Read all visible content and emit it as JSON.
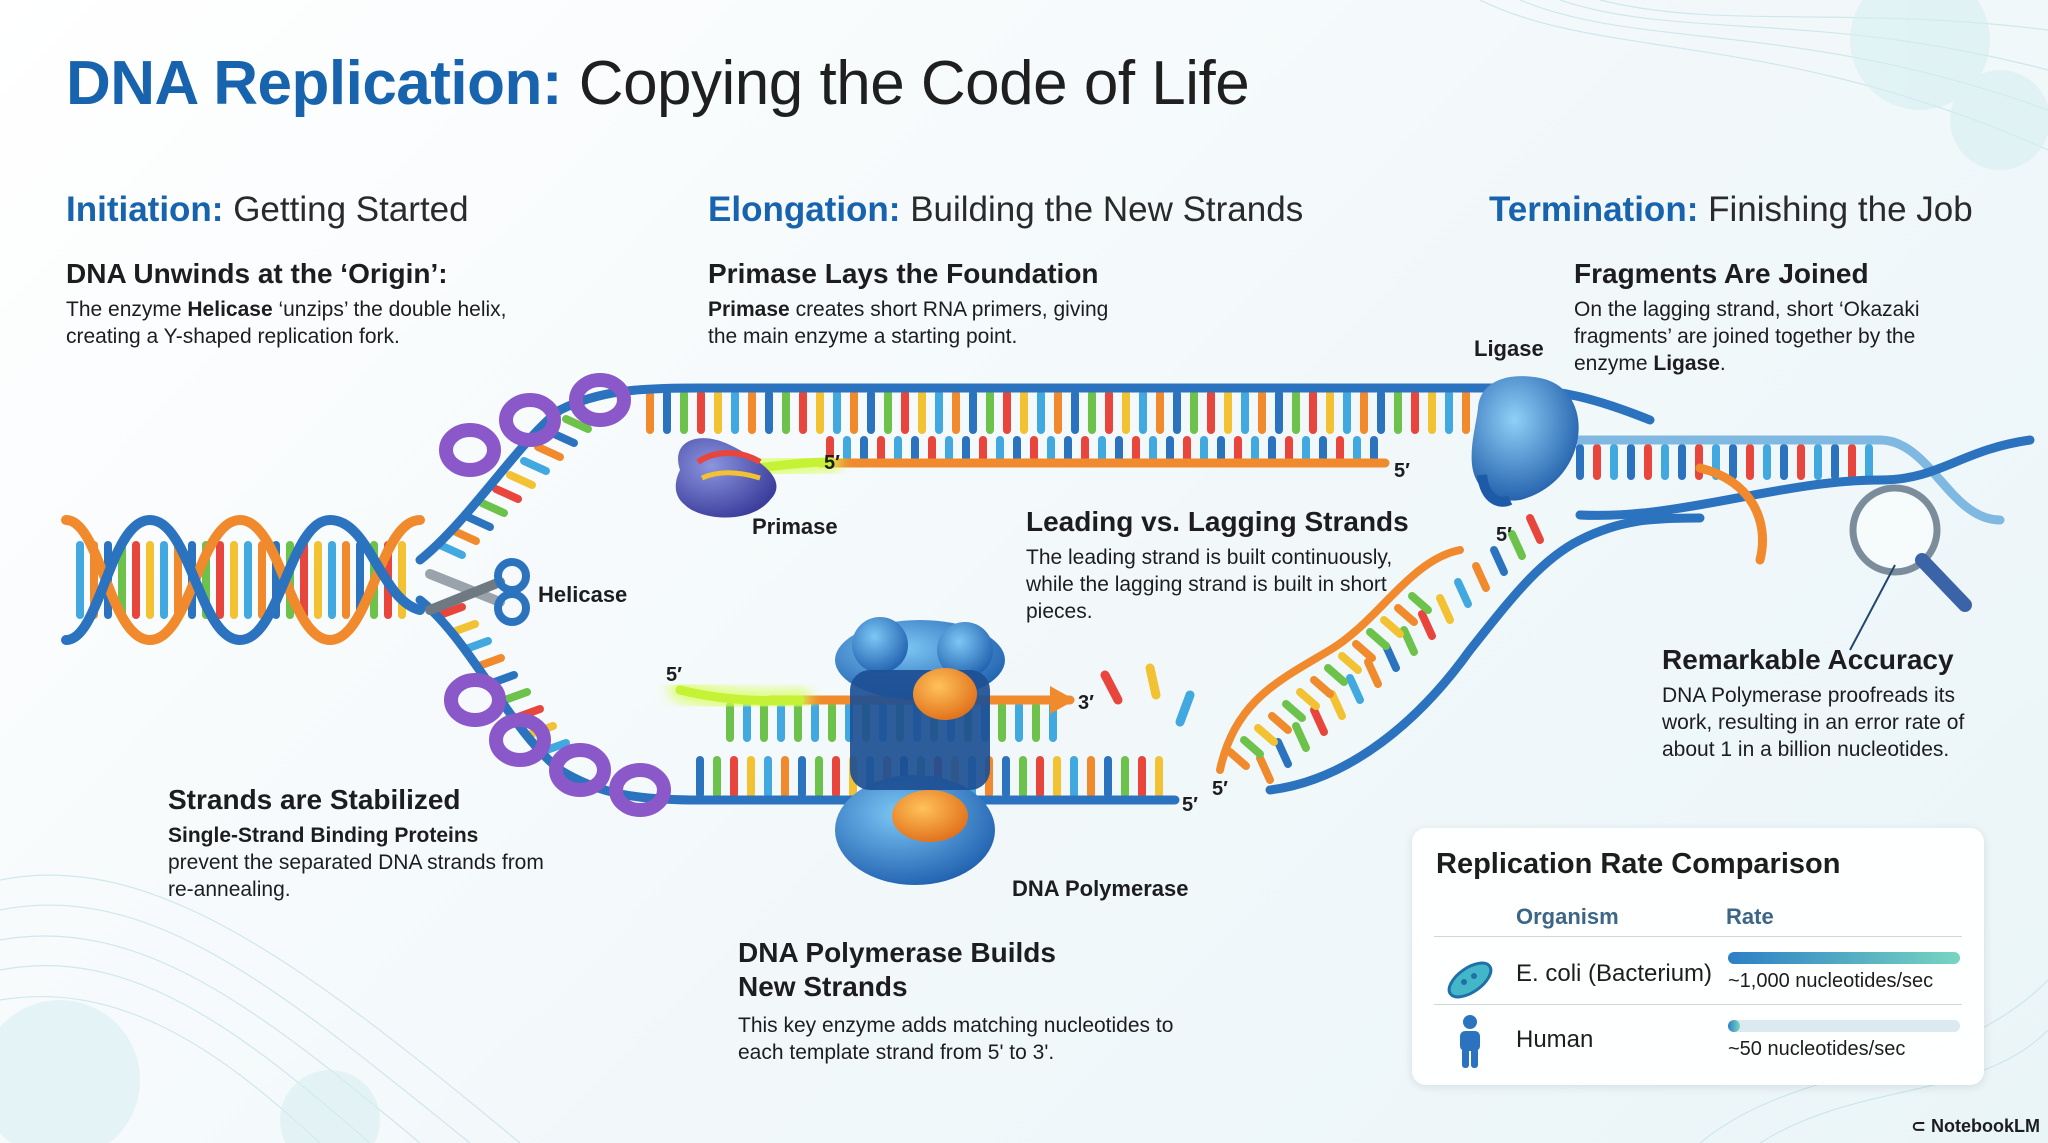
{
  "title": {
    "bold": "DNA Replication:",
    "rest": " Copying the Code of Life"
  },
  "sections": {
    "initiation": {
      "bold": "Initiation:",
      "rest": " Getting Started"
    },
    "elongation": {
      "bold": "Elongation:",
      "rest": " Building the New Strands"
    },
    "termination": {
      "bold": "Termination:",
      "rest": " Finishing the Job"
    }
  },
  "blocks": {
    "unwinds": {
      "heading": "DNA Unwinds at the ‘Origin’:",
      "pre": "The enzyme ",
      "bold": "Helicase",
      "post": " ‘unzips’ the double helix, creating a Y-shaped replication fork."
    },
    "primase": {
      "heading": "Primase Lays the Foundation",
      "bold": "Primase",
      "post": " creates short RNA primers, giving the main enzyme a starting point."
    },
    "fragments": {
      "heading": "Fragments Are Joined",
      "pre": "On the lagging strand, short ‘Okazaki fragments’ are joined together by the enzyme ",
      "bold": "Ligase",
      "post": "."
    },
    "leading": {
      "heading": "Leading vs. Lagging Strands",
      "text": "The leading strand is built continuously, while the lagging strand is built in short pieces."
    },
    "accuracy": {
      "heading": "Remarkable Accuracy",
      "text": "DNA Polymerase proofreads its work, resulting in an error rate of about 1 in a billion nucleotides."
    },
    "stabilized": {
      "heading": "Strands are Stabilized",
      "bold": "Single-Strand Binding Proteins",
      "post": " prevent the separated DNA strands from re-annealing."
    },
    "polymerase": {
      "heading": "DNA Polymerase Builds New Strands",
      "text": "This key enzyme adds matching nucleotides to each template strand from 5' to 3'."
    }
  },
  "labels": {
    "helicase": "Helicase",
    "primase": "Primase",
    "ligase": "Ligase",
    "polymerase": "DNA Polymerase"
  },
  "primes": {
    "five": "5′",
    "three": "3′"
  },
  "rate_card": {
    "title": "Replication Rate Comparison",
    "col_organism": "Organism",
    "col_rate": "Rate",
    "rows": [
      {
        "organism": "E. coli (Bacterium)",
        "rate": "~1,000 nucleotides/sec",
        "fraction": 1.0,
        "icon": "bacterium-icon"
      },
      {
        "organism": "Human",
        "rate": "~50 nucleotides/sec",
        "fraction": 0.05,
        "icon": "person-icon"
      }
    ]
  },
  "brand": "NotebookLM",
  "colors": {
    "accent_blue": "#1763ad",
    "strand_blue": "#2b73bf",
    "new_strand_orange": "#f08a2c",
    "protein_purple": "#8a58c8",
    "primer_green": "#c6f236",
    "enzyme_blue": "#2f7fd0"
  },
  "base_colors": [
    "#f08a2c",
    "#2b73bf",
    "#6cc24a",
    "#e8463c",
    "#f2c232",
    "#41a9e0"
  ]
}
